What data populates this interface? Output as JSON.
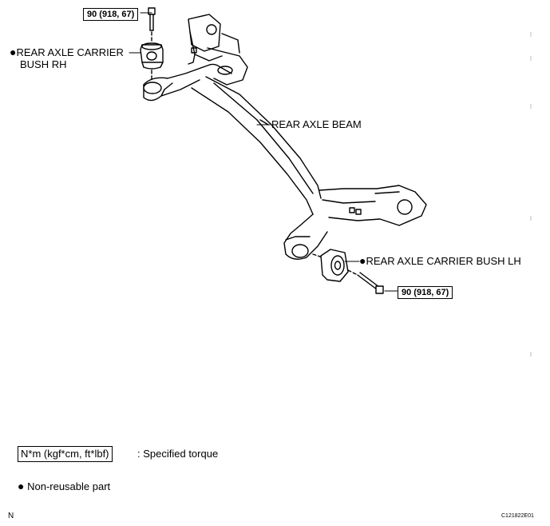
{
  "torque_top": "90 (918, 67)",
  "torque_bottom": "90 (918, 67)",
  "labels": {
    "bush_rh_line1": "REAR AXLE CARRIER",
    "bush_rh_line2": "BUSH RH",
    "beam": "REAR AXLE BEAM",
    "bush_lh": "REAR AXLE CARRIER BUSH LH"
  },
  "legend": {
    "torque_unit": "N*m (kgf*cm, ft*lbf)",
    "torque_desc": ": Specified torque",
    "nonreusable_desc": "Non-reusable part"
  },
  "symbols": {
    "dot": "●"
  },
  "footer": {
    "left": "N",
    "right": "C121822E01"
  }
}
